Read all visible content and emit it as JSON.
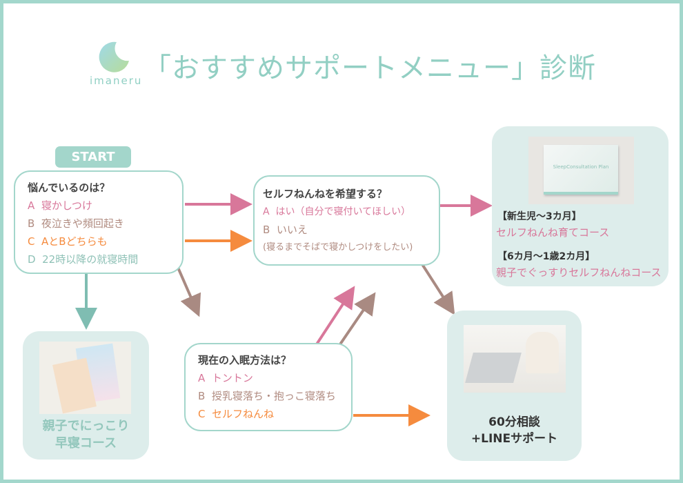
{
  "logo": {
    "word": "imaneru",
    "icon": "crescent-moon-face-icon"
  },
  "title": "「おすすめサポートメニュー」診断",
  "start_label": "START",
  "q1": {
    "question": "悩んでいるのは？",
    "options": [
      {
        "letter": "A",
        "text": "寝かしつけ"
      },
      {
        "letter": "B",
        "text": "夜泣きや頻回起き"
      },
      {
        "letter": "C",
        "text": "AとBどちらも"
      },
      {
        "letter": "D",
        "text": "22時以降の就寝時間"
      }
    ]
  },
  "q2": {
    "question": "セルフねんねを希望する？",
    "options": [
      {
        "letter": "A",
        "text": "はい（自分で寝付いてほしい）"
      },
      {
        "letter": "B",
        "text": "いいえ"
      }
    ],
    "note": "(寝るまでそばで寝かしつけをしたい)"
  },
  "q3": {
    "question": "現在の入眠方法は？",
    "options": [
      {
        "letter": "A",
        "text": "トントン"
      },
      {
        "letter": "B",
        "text": "授乳寝落ち・抱っこ寝落ち"
      },
      {
        "letter": "C",
        "text": "セルフねんね"
      }
    ]
  },
  "result_selfnenne": {
    "photo_text": "SleepConsultation Plan",
    "courses": [
      {
        "age": "【新生児～3カ月】",
        "name": "セルフねんね育てコース"
      },
      {
        "age": "【6カ月～1歳2カ月】",
        "name": "親子でぐっすりセルフねんねコース"
      }
    ]
  },
  "result_early": {
    "lines": [
      "親子でにっこり",
      "早寝コース"
    ]
  },
  "result_consult": {
    "lines": [
      "60分相談",
      "+LINEサポート"
    ]
  },
  "colors": {
    "teal": "#a3d6cb",
    "pink": "#d8779a",
    "brown": "#b08b80",
    "orange": "#f58b3e",
    "panel": "#ddedeb"
  }
}
